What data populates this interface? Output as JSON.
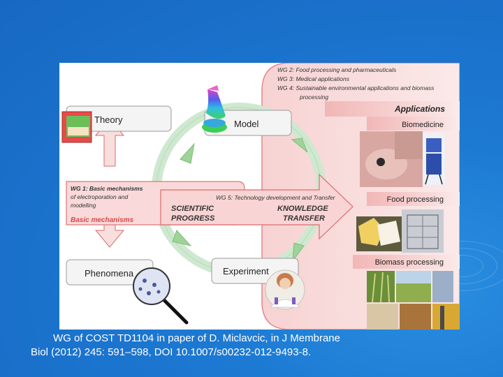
{
  "slide": {
    "background_color": "#1d7ad3",
    "caption_line1": "WG of COST TD1104 in paper of D. Miclavcic, in J Membrane",
    "caption_line2": "Biol (2012) 245: 591–598, DOI 10.1007/s00232-012-9493-8."
  },
  "diagram": {
    "wg_list": [
      "WG 2:  Food processing and pharmaceuticals",
      "WG 3:  Medical applications",
      "WG 4:  Sustainable environmental applications and biomass",
      "processing"
    ],
    "applications_title": "Applications",
    "applications": [
      "Biomedicine",
      "Food processing",
      "Biomass processing"
    ],
    "theory_label": "Theory",
    "model_label": "Model",
    "experiment_label": "Experiment",
    "phenomena_label": "Phenomena",
    "wg1_lines": [
      "WG 1: Basic mechanisms",
      "of electroporation and",
      "modelling"
    ],
    "basic_mechanisms_label": "Basic mechanisms",
    "wg5_label": "WG 5: Technology development and Transfer",
    "scientific_progress": [
      "SCIENTIFIC",
      "PROGRESS"
    ],
    "knowledge_transfer": [
      "KNOWLEDGE",
      "TRANSFER"
    ],
    "colors": {
      "pink_panel": "#f5c6c6",
      "pink_border": "#e37c7c",
      "label_box": "#f4f4f4",
      "cycle_ring": "#cfe8d0",
      "cycle_arrow": "#9fd39a"
    }
  }
}
